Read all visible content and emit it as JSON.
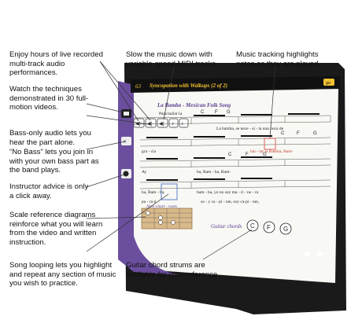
{
  "callouts": [
    "Enjoy hours of live recorded multi-track audio performances.",
    "Slow the music down with variable-speed MIDI tracks.",
    "Music tracking highlights notes as they are played.",
    "Watch the techniques demonstrated in 30 full-motion videos.",
    "Bass-only audio lets you hear the part alone.",
    "“No Bass” lets you join in with your own bass part as the band plays.",
    "Instructor advice is only a click away.",
    "Scale reference diagrams reinforce what you will learn from the video and written instruction.",
    "Song looping lets you highlight and repeat any section of music you wish to practice.",
    "Guitar chord strums are available for your reference."
  ],
  "lesson": {
    "number": "63",
    "title": "Syncopation with Walkups (2 of 2)",
    "go_label": "go"
  },
  "song": {
    "title": "La Bamba - Mexican Folk Song",
    "lyric_rows": [
      {
        "left": "Para bailar la",
        "right": "La bamba, se nece - si - ta una poca de"
      },
      {
        "left": "gra - cia",
        "right": "bai - lar la Bamba, Bam-"
      },
      {
        "left": "Ay",
        "right": "ba, Bam - ba,    Bam-"
      },
      {
        "left": "ba,   Bam - ba,",
        "right": "bam - ba, yo no soy ma - ri - ne - ro"
      },
      {
        "left": "pa - ra ti",
        "right": "so - y ca - pi - tan,   soy ca-pi - tan,"
      }
    ],
    "chord_names": [
      "C",
      "F",
      "G",
      "C",
      "F",
      "G",
      "C",
      "F",
      "G"
    ]
  },
  "guitar_chords": {
    "label": "Guitar chords",
    "buttons": [
      "C",
      "F",
      "G"
    ]
  },
  "scale": {
    "label": "Note chart - roots"
  },
  "nav": {
    "prev_icon": "◀",
    "next_icon": "▶"
  },
  "colors": {
    "purple": "#6b4f9e",
    "banner_yellow": "#f2c230",
    "dark_panel": "#1a1a1a"
  }
}
